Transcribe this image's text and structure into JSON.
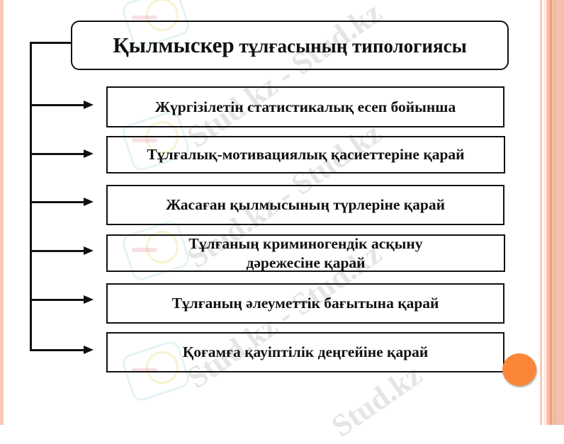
{
  "diagram": {
    "title": {
      "lead_word": "Қылмыскер",
      "rest": "тұлғасының типологиясы"
    },
    "items": [
      {
        "label": "Жүргізілетін статистикалық есеп бойынша"
      },
      {
        "label": "Тұлғалық-мотивациялық қасиеттеріне қарай"
      },
      {
        "label": "Жасаған қылмысының түрлеріне қарай"
      },
      {
        "label": "Тұлғаның криминогендік асқыну дәрежесіне қарай"
      },
      {
        "label": "Тұлғаның әлеуметтік бағытына қарай"
      },
      {
        "label": "Қоғамға қауіптілік деңгейіне қарай"
      }
    ]
  },
  "watermark": {
    "text": "Stud.kz - Stud.kz",
    "short": "Stud.kz"
  },
  "colors": {
    "accent_orange": "#fa8738",
    "stripe_light": "#fdc8b5",
    "stripe_mid": "#f4bfab",
    "stripe_dark": "#f79a6a",
    "line": "#111111"
  }
}
